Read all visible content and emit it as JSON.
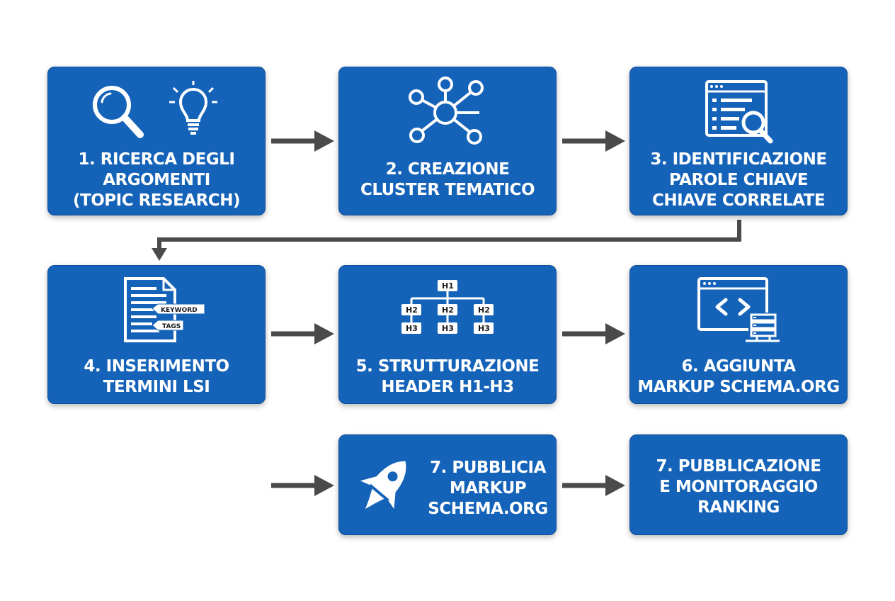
{
  "steps": [
    {
      "id": "b1",
      "icon": "search-lightbulb-icon",
      "lines": [
        "1. RICERCA DEGLI",
        "ARGOMENTI",
        "(TOPIC RESEARCH)"
      ]
    },
    {
      "id": "b2",
      "icon": "network-cluster-icon",
      "lines": [
        "2. CREAZIONE",
        "CLUSTER TEMATICO"
      ]
    },
    {
      "id": "b3",
      "icon": "document-search-icon",
      "lines": [
        "3. IDENTIFICAZIONE",
        "PAROLE CHIAVE",
        "CHIAVE CORRELATE"
      ]
    },
    {
      "id": "b4",
      "icon": "document-tags-icon",
      "lines": [
        "4. INSERIMENTO",
        "TERMINI LSI"
      ]
    },
    {
      "id": "b5",
      "icon": "header-hierarchy-icon",
      "lines": [
        "5. STRUTTURAZIONE",
        "HEADER H1-H3"
      ]
    },
    {
      "id": "b6",
      "icon": "code-window-icon",
      "lines": [
        "6. AGGIUNTA",
        "MARKUP SCHEMA.ORG"
      ]
    },
    {
      "id": "b7",
      "icon": "rocket-icon",
      "lines": [
        "7. PUBBLICIA",
        "MARKUP",
        "SCHEMA.ORG"
      ]
    },
    {
      "id": "b8",
      "icon": "",
      "lines": [
        "7. PUBBLICAZIONE",
        "E MONITORAGGIO",
        "RANKING"
      ]
    }
  ],
  "icon_text": {
    "keyword": "KEYWORD",
    "tags": "TAGS",
    "h1": "H1",
    "h2": "H2",
    "h3": "H3"
  },
  "colors": {
    "box": "#1563b8",
    "arrow": "#4a4a4a",
    "text": "#ffffff"
  }
}
